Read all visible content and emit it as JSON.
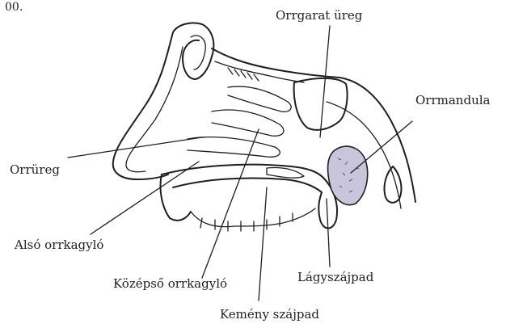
{
  "figure_label": "00.",
  "labels": {
    "orrgarat_ureg": "Orrgarat üreg",
    "orrmandula": "Orrmandula",
    "orrureg": "Orrüreg",
    "also_orrkagylo": "Alsó orrkagyló",
    "kozepso_orrkagylo": "Középső orrkagyló",
    "lagyszajpad": "Lágyszájpad",
    "kemeny_szajpad": "Kemény szájpad"
  },
  "colors": {
    "ink": "#1e1e1e",
    "tonsil_fill": "#c9c6dc",
    "background": "#ffffff"
  }
}
